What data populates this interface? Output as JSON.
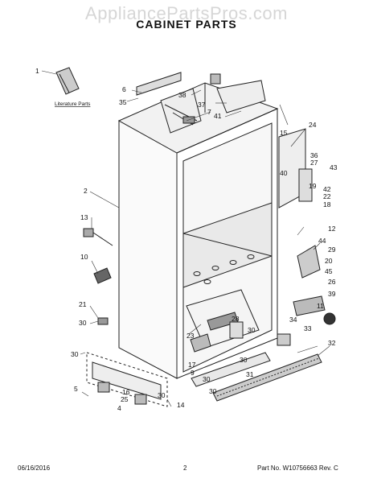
{
  "watermark": "AppliancePartsPros.com",
  "title": "CABINET PARTS",
  "literature_label": "Literature Parts",
  "footer": {
    "date": "06/16/2016",
    "page": "2",
    "part_no": "Part No. W10756663  Rev. C"
  },
  "callouts": [
    "1",
    "2",
    "4",
    "5",
    "6",
    "7",
    "9",
    "10",
    "11",
    "12",
    "13",
    "14",
    "15",
    "16",
    "17",
    "18",
    "19",
    "20",
    "21",
    "22",
    "23",
    "24",
    "25",
    "26",
    "27",
    "28",
    "29",
    "30",
    "31",
    "32",
    "33",
    "34",
    "35",
    "36",
    "37",
    "38",
    "39",
    "40",
    "41",
    "42",
    "43",
    "44",
    "45"
  ]
}
